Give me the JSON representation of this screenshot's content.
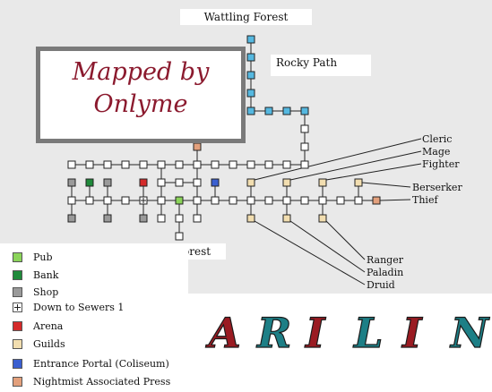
{
  "map": {
    "title": "ARILIN",
    "credit": [
      "Mapped by",
      "Onlyme"
    ],
    "region_labels": {
      "north": "Wattling Forest",
      "rocky": "Rocky Path",
      "south": "Large Forest"
    },
    "guild_callouts": [
      "Cleric",
      "Mage",
      "Fighter",
      "Berserker",
      "Thief",
      "Ranger",
      "Paladin",
      "Druid"
    ]
  },
  "legend": [
    {
      "label": "Pub",
      "color": "#8bd45a",
      "icon": "pub-swatch"
    },
    {
      "label": "Bank",
      "color": "#1f8a3a",
      "icon": "bank-swatch"
    },
    {
      "label": "Shop",
      "color": "#9a9a9a",
      "icon": "shop-swatch"
    },
    {
      "label": "Down to Sewers 1",
      "color": "#ffffff",
      "icon": "sewer-swatch"
    },
    {
      "label": "Arena",
      "color": "#d42a2a",
      "icon": "arena-swatch"
    },
    {
      "label": "Guilds",
      "color": "#f2deb0",
      "icon": "guild-swatch"
    },
    {
      "label": "Entrance Portal (Coliseum)",
      "color": "#3a5fd0",
      "icon": "portal-swatch"
    },
    {
      "label": "Nightmist Associated Press",
      "color": "#e3a07c",
      "icon": "press-swatch"
    }
  ],
  "colors": {
    "path": "#55b8e0",
    "room": "#ffffff",
    "title_red": "#9a1b22",
    "title_teal": "#1d7f86"
  }
}
